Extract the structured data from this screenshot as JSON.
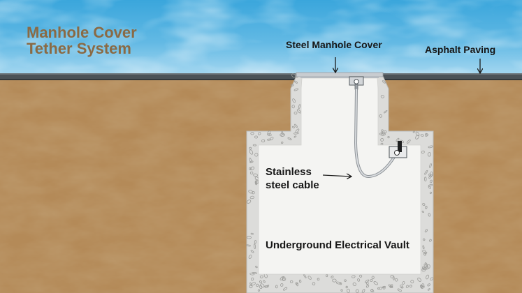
{
  "title": {
    "line1": "Manhole Cover",
    "line2": "Tether System"
  },
  "labels": {
    "cover": "Steel Manhole Cover",
    "asphalt": "Asphalt Paving",
    "cable_line1": "Stainless",
    "cable_line2": "steel cable",
    "vault": "Underground Electrical Vault"
  },
  "colors": {
    "title": "#8a6a44",
    "sky": "#5fb6e2",
    "asphalt": "#4b5257",
    "soil": "#b48a58",
    "concrete": "#dcdcda",
    "vault_interior": "#f4f4f2",
    "cable": "#c9cccf",
    "text": "#161616"
  }
}
